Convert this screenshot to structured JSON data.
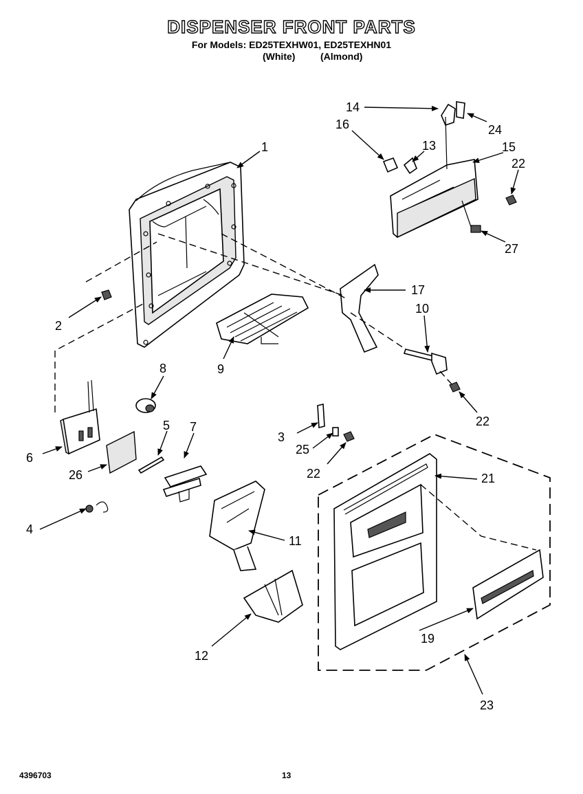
{
  "header": {
    "title": "DISPENSER FRONT PARTS",
    "models_line": "For Models: ED25TEXHW01, ED25TEXHN01",
    "variant_white": "(White)",
    "variant_almond": "(Almond)"
  },
  "footer": {
    "doc_number": "4396703",
    "page_number": "13"
  },
  "callouts": {
    "c1": "1",
    "c2": "2",
    "c3": "3",
    "c4": "4",
    "c5": "5",
    "c6": "6",
    "c7": "7",
    "c8": "8",
    "c9": "9",
    "c10": "10",
    "c11": "11",
    "c12": "12",
    "c13": "13",
    "c14": "14",
    "c15": "15",
    "c16": "16",
    "c17": "17",
    "c19": "19",
    "c21": "21",
    "c22a": "22",
    "c22b": "22",
    "c22c": "22",
    "c23": "23",
    "c24": "24",
    "c25": "25",
    "c26": "26",
    "c27": "27"
  }
}
